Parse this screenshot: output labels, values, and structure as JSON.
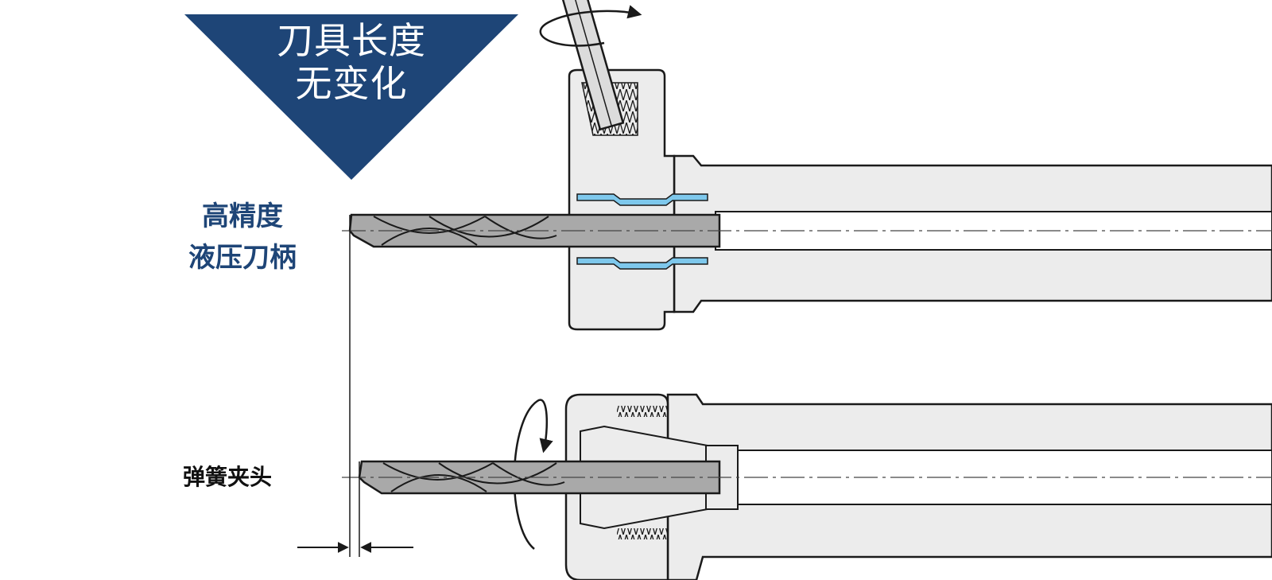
{
  "banner": {
    "line1": "刀具长度",
    "line2": "无变化",
    "color": "#1e4577"
  },
  "labels": {
    "hydraulic_line1": "高精度",
    "hydraulic_line2": "液压刀柄",
    "collet": "弹簧夹头"
  },
  "colors": {
    "body_fill": "#ececec",
    "outline": "#1a1a1a",
    "drill_fill": "#a9a9a9",
    "sleeve_blue": "#7ec8ec",
    "label_blue": "#1e4577"
  }
}
